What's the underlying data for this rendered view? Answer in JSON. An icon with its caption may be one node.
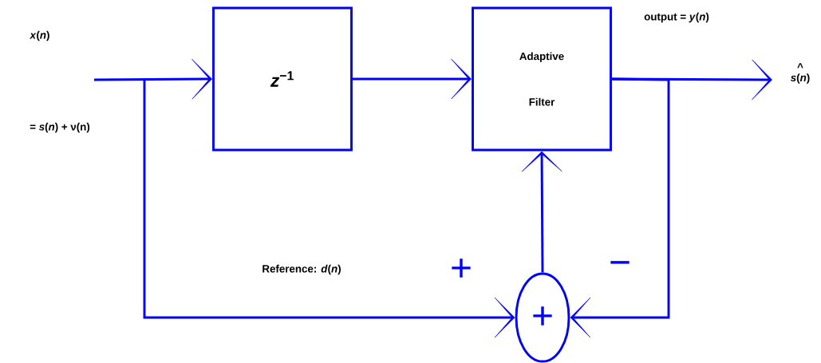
{
  "diagram": {
    "nodes": [
      {
        "text": [
          "*z*$^{−1}$"
        ]
      },
      {
        "text": [
          "Adaptive Filter"
        ]
      },
      {
        "text": [
          "+"
        ]
      },
      {
        "text": [
          "^",
          "*s*(*n*)"
        ]
      }
    ],
    "edges": [
      {
        "from": null,
        "to": 0,
        "arrow": "to"
      },
      {
        "from": null,
        "to": 2,
        "arrow": "to"
      },
      {
        "from": 0,
        "to": 1,
        "arrow": "to"
      },
      {
        "from": 1,
        "to": 3,
        "arrow": "to"
      },
      {
        "from": 1,
        "to": 2,
        "arrow": "to"
      },
      {
        "from": 2,
        "to": 1,
        "arrow": "to"
      }
    ],
    "labels": [
      "*x*(*n*)",
      "= *s*(*n*) + ν(n)",
      "output = *y*(*n*)",
      "Reference:  *d*(*n*)",
      "+",
      "−"
    ]
  }
}
